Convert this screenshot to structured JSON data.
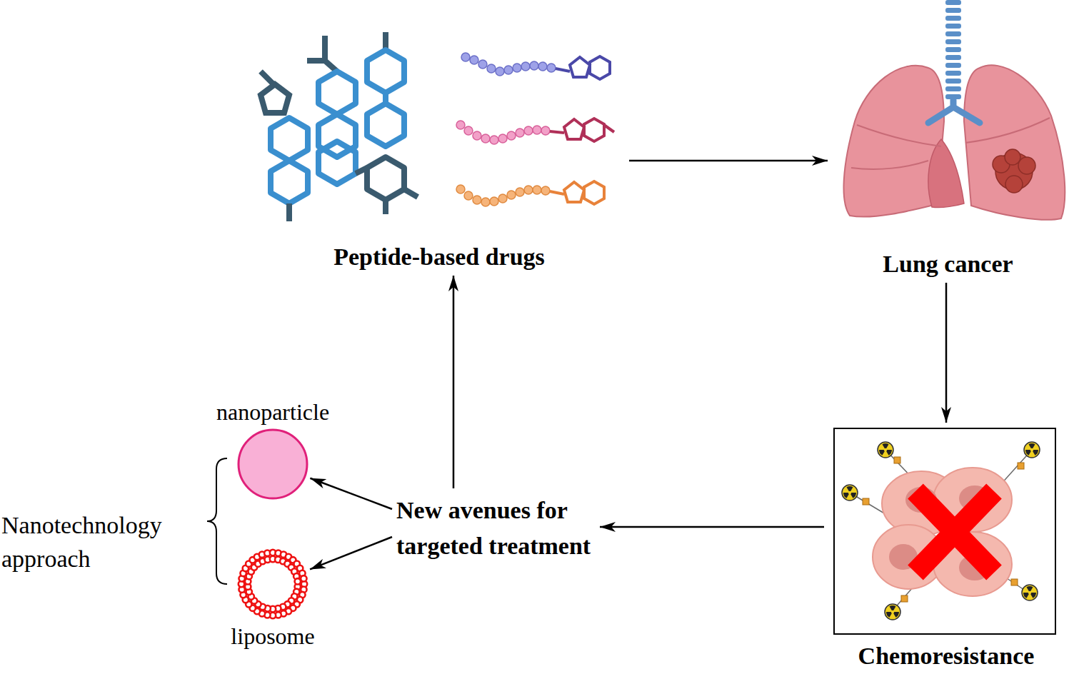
{
  "diagram": {
    "nodes": [
      {
        "text": [
          "Peptide-based drugs"
        ]
      },
      {
        "text": [
          "Lung cancer"
        ]
      },
      {
        "text": [
          "Chemoresistance"
        ]
      },
      {
        "text": [
          "New avenues for targeted treatment"
        ]
      },
      {
        "text": [
          "nanoparticle"
        ]
      },
      {
        "text": [
          "liposome"
        ]
      }
    ],
    "edges": [
      {
        "from": 0,
        "to": 1,
        "arrow": "to"
      },
      {
        "from": 1,
        "to": 2,
        "arrow": "to"
      },
      {
        "from": 2,
        "to": 3,
        "arrow": "to"
      },
      {
        "from": 3,
        "to": 0,
        "arrow": "to"
      },
      {
        "from": 3,
        "to": 4,
        "arrow": "to"
      },
      {
        "from": 3,
        "to": 5,
        "arrow": "to"
      }
    ],
    "labels": [
      "Nanotechnology approach"
    ]
  }
}
